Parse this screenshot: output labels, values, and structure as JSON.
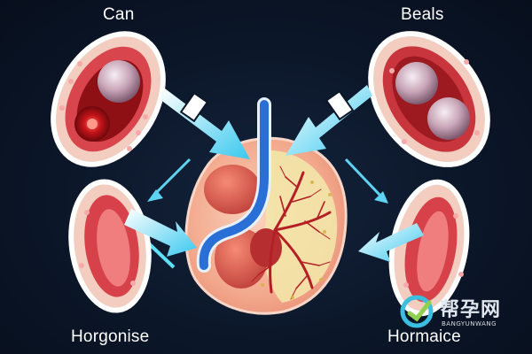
{
  "labels": {
    "top_left": "Can",
    "top_right": "Beals",
    "bottom_left": "Horgonise",
    "bottom_right": "Hormaice"
  },
  "watermark": {
    "chinese": "帮孕网",
    "english": "BANGYUNWANG"
  },
  "colors": {
    "background": "#0b1628",
    "arrow": "#7fe3f5",
    "tissue_outer": "#f2d2c4",
    "tissue_inner": "#c9333c",
    "organ": "#f0a48e",
    "duct": "#2a6fd6",
    "vessels": "#b31f25"
  }
}
